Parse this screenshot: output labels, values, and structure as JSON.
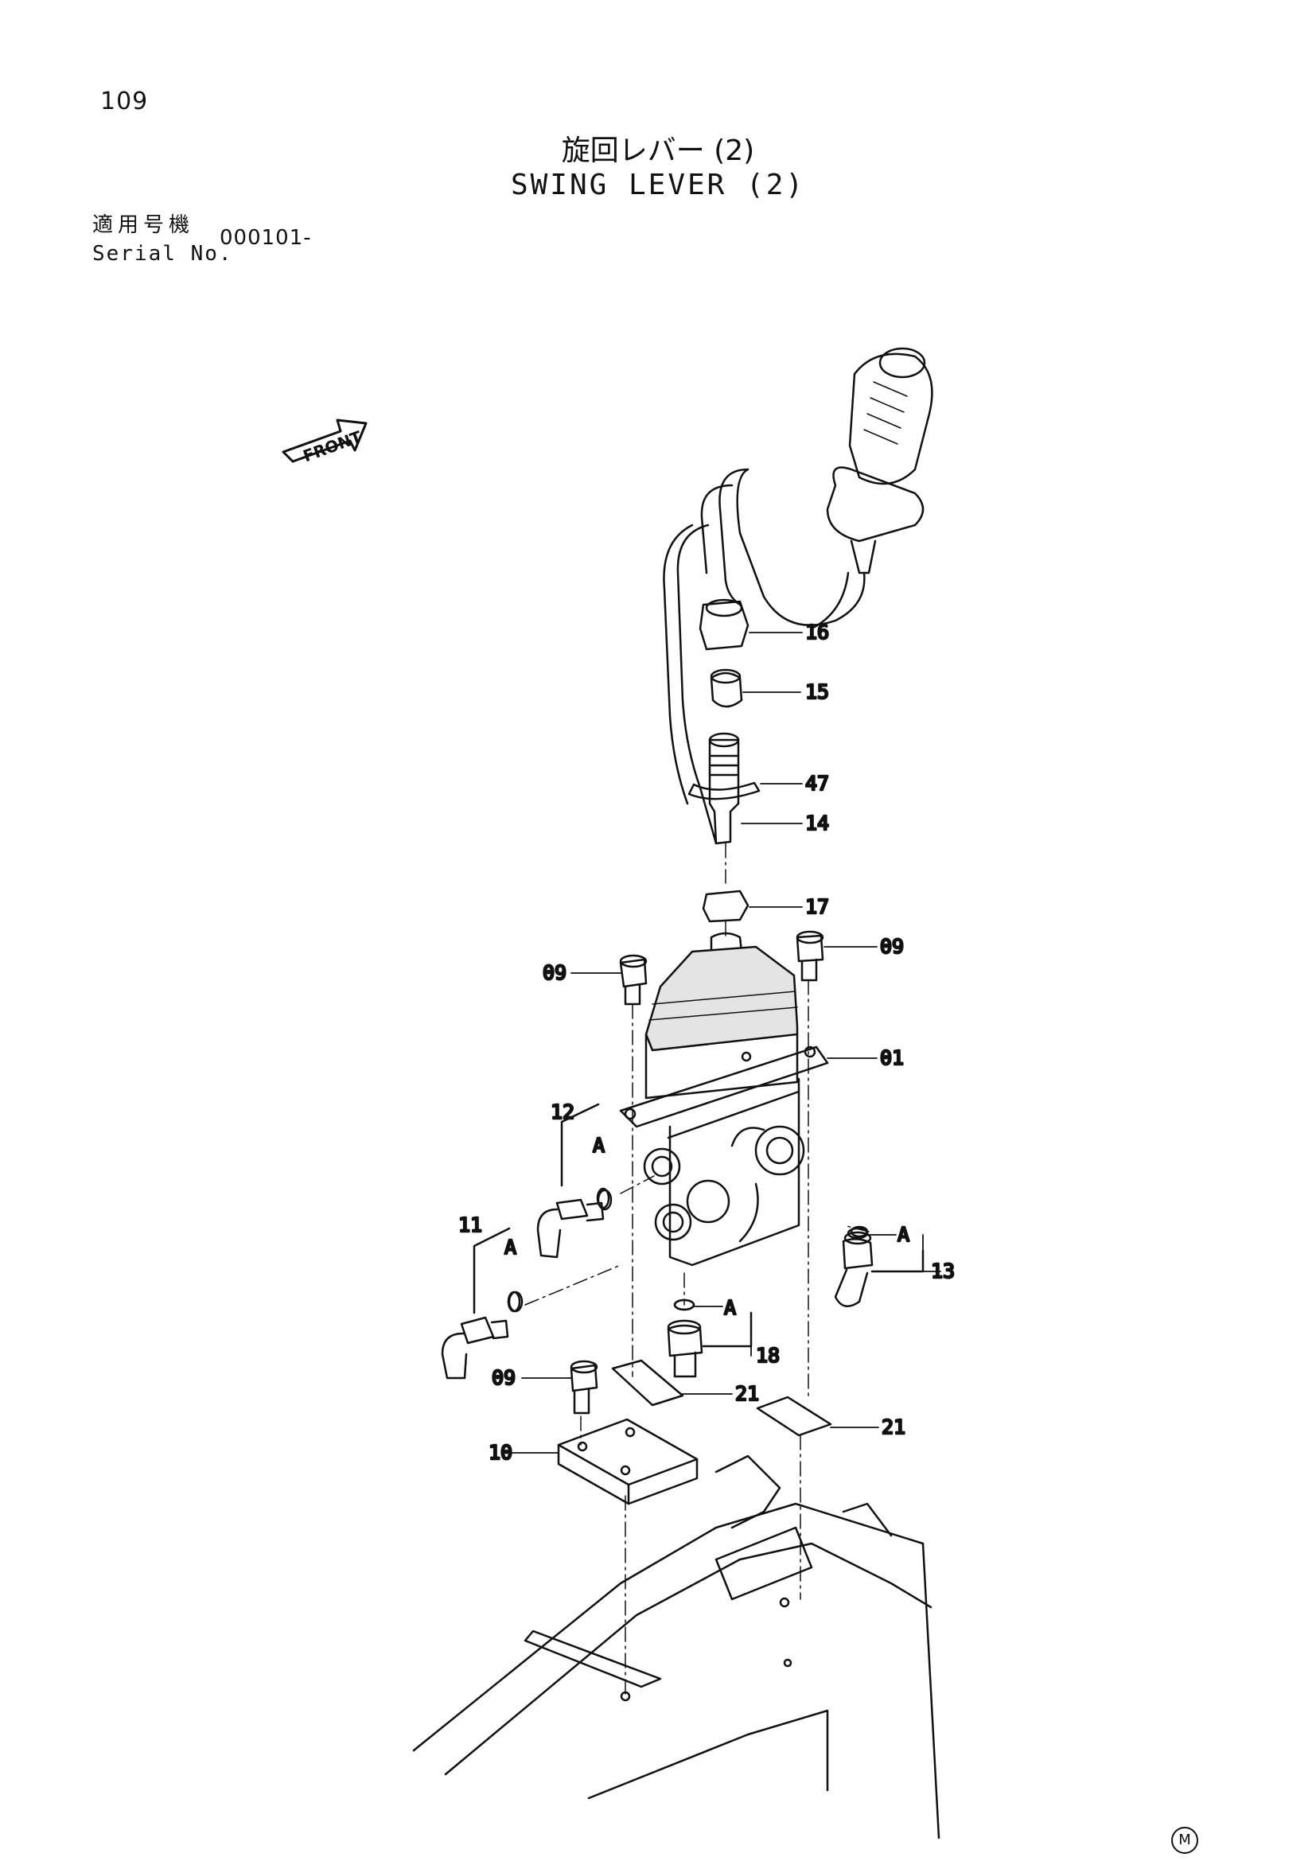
{
  "page": {
    "number": "109",
    "title_jp": "旋回レバー (2)",
    "title_en": "SWING LEVER (2)",
    "serial_label_jp": "適用号機",
    "serial_label_en": "Serial No.",
    "serial_value": "000101-",
    "front_label": "FRONT",
    "footer_mark": "M"
  },
  "callouts": [
    {
      "id": "16",
      "text": "16"
    },
    {
      "id": "15",
      "text": "15"
    },
    {
      "id": "47",
      "text": "47"
    },
    {
      "id": "14",
      "text": "14"
    },
    {
      "id": "17",
      "text": "17"
    },
    {
      "id": "09a",
      "text": "09"
    },
    {
      "id": "09b",
      "text": "09"
    },
    {
      "id": "01",
      "text": "01"
    },
    {
      "id": "12",
      "text": "12"
    },
    {
      "id": "11",
      "text": "11"
    },
    {
      "id": "13",
      "text": "13"
    },
    {
      "id": "18",
      "text": "18"
    },
    {
      "id": "09c",
      "text": "09"
    },
    {
      "id": "21a",
      "text": "21"
    },
    {
      "id": "21b",
      "text": "21"
    },
    {
      "id": "10",
      "text": "10"
    },
    {
      "id": "A1",
      "text": "A"
    },
    {
      "id": "A2",
      "text": "A"
    },
    {
      "id": "A3",
      "text": "A"
    },
    {
      "id": "A4",
      "text": "A"
    }
  ]
}
